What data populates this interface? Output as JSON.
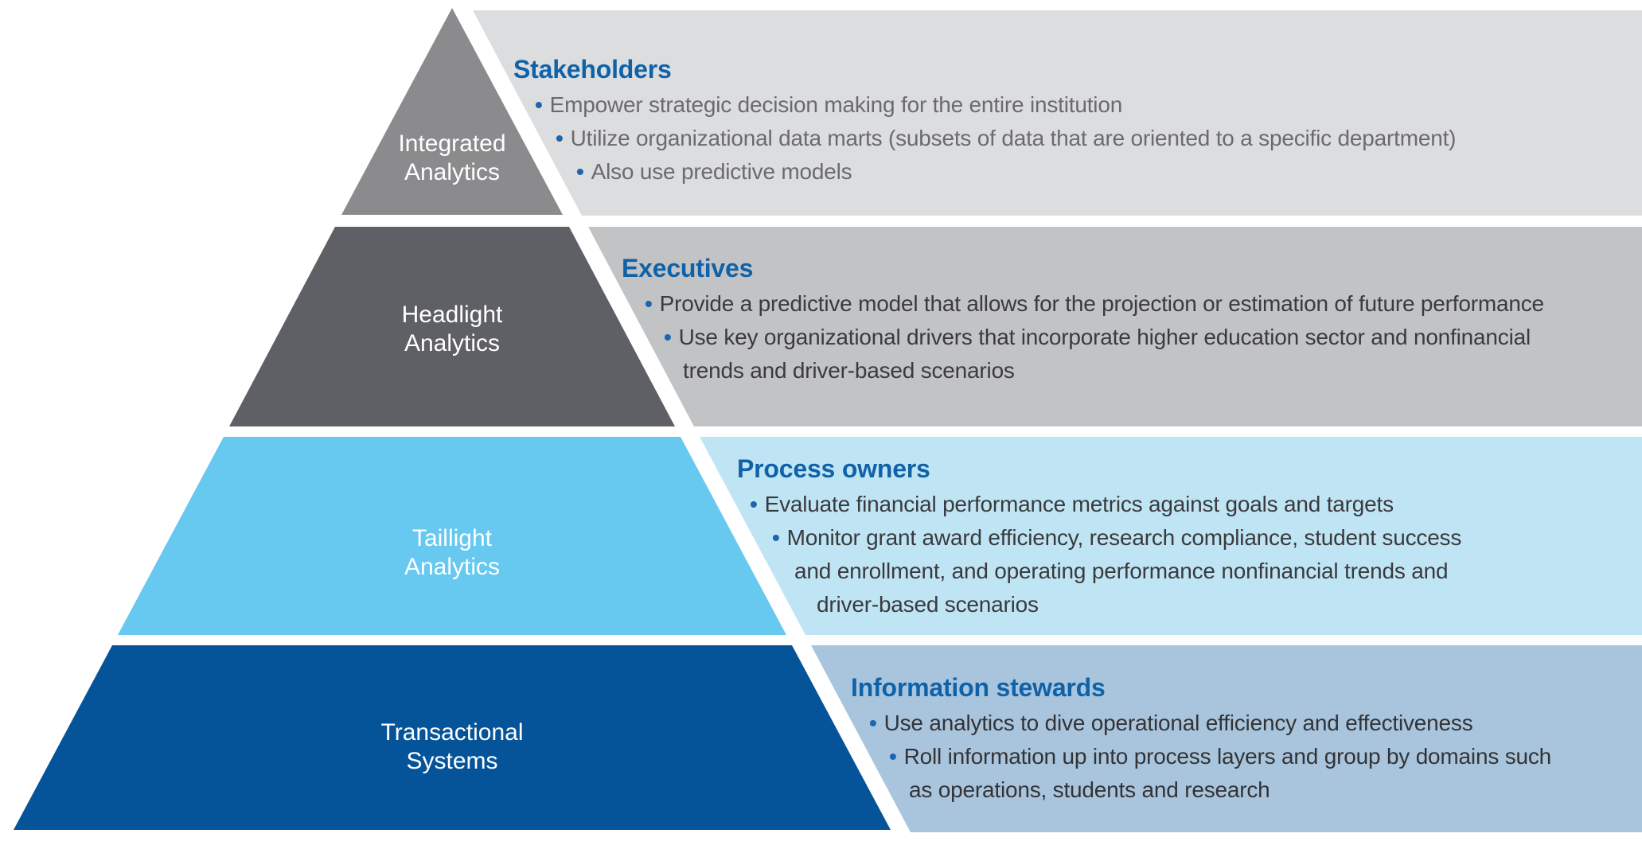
{
  "colors": {
    "background": "#ffffff",
    "heading_blue": "#1062a8",
    "bullet_dot": "#1d66ac",
    "label_text": "#ffffff"
  },
  "layers": [
    {
      "name": "Integrated Analytics",
      "label": "Integrated\nAnalytics",
      "shape_color": "#8b8b8d",
      "panel_color": "#dcddde",
      "text_color": "#6b6b6e",
      "audience": {
        "heading": "Stakeholders",
        "lines": [
          {
            "text": "Empower strategic decision making for the entire institution",
            "indent": 0,
            "bullet": true
          },
          {
            "text": "Utilize organizational data marts (subsets of data that are oriented to a specific department)",
            "indent": 1,
            "bullet": true
          },
          {
            "text": "Also use predictive models",
            "indent": 2,
            "bullet": true
          }
        ]
      }
    },
    {
      "name": "Headlight Analytics",
      "label": "Headlight\nAnalytics",
      "shape_color": "#5f6065",
      "panel_color": "#c2c3c5",
      "text_color": "#3b3b3e",
      "audience": {
        "heading": "Executives",
        "lines": [
          {
            "text": "Provide a predictive model that allows for the projection or estimation of future performance",
            "indent": 0,
            "bullet": true
          },
          {
            "text": "Use key organizational drivers that incorporate higher education sector and nonfinancial",
            "indent": 1,
            "bullet": true
          },
          {
            "text": "trends and driver-based scenarios",
            "indent": 2,
            "bullet": false
          }
        ]
      }
    },
    {
      "name": "Taillight Analytics",
      "label": "Taillight\nAnalytics",
      "shape_color": "#67c8f0",
      "panel_color": "#bfe5f5",
      "text_color": "#3a3a3d",
      "audience": {
        "heading": "Process owners",
        "lines": [
          {
            "text": "Evaluate financial performance metrics against goals and targets",
            "indent": 0,
            "bullet": true
          },
          {
            "text": "Monitor grant award efficiency, research compliance, student success",
            "indent": 1,
            "bullet": true
          },
          {
            "text": "and enrollment, and operating performance nonfinancial trends and",
            "indent": 2,
            "bullet": false
          },
          {
            "text": "driver-based scenarios",
            "indent": 3,
            "bullet": false
          }
        ]
      }
    },
    {
      "name": "Transactional Systems",
      "label": "Transactional\nSystems",
      "shape_color": "#05549a",
      "panel_color": "#a9c5dd",
      "text_color": "#333336",
      "audience": {
        "heading": "Information stewards",
        "lines": [
          {
            "text": "Use analytics to dive operational efficiency and effectiveness",
            "indent": 0,
            "bullet": true
          },
          {
            "text": "Roll information up into process layers and group by domains such",
            "indent": 1,
            "bullet": true
          },
          {
            "text": "as operations, students and research",
            "indent": 2,
            "bullet": false
          }
        ]
      }
    }
  ]
}
